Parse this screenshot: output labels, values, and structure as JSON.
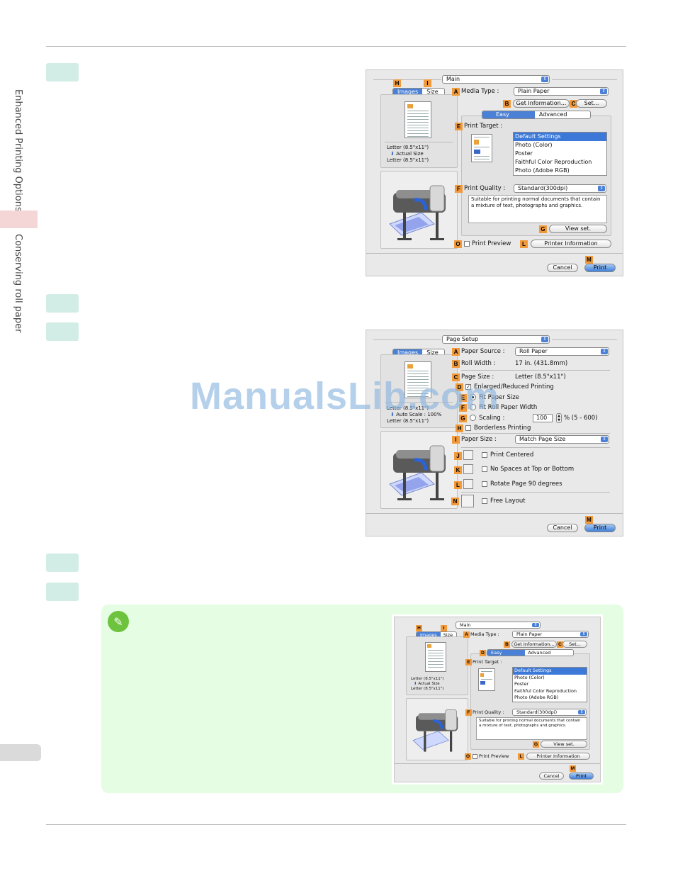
{
  "sidebar": {
    "section_top": "Enhanced Printing Options",
    "section_bottom": "Conserving roll paper"
  },
  "watermark": "ManualsLib.com",
  "dialog_main": {
    "popup": "Main",
    "tab_images": "Images",
    "tab_size": "Size",
    "media_type_label": "Media Type :",
    "media_type_value": "Plain Paper",
    "get_info_button": "Get Information...",
    "set_button": "Set...",
    "tab_easy": "Easy Settings",
    "tab_advanced": "Advanced Settings",
    "print_target_label": "Print Target :",
    "targets": [
      "Default Settings",
      "Photo (Color)",
      "Poster",
      "Faithful Color Reproduction",
      "Photo (Adobe RGB)"
    ],
    "print_quality_label": "Print Quality :",
    "print_quality_value": "Standard(300dpi)",
    "quality_desc_line1": "Suitable for printing normal documents that contain",
    "quality_desc_line2": "a mixture of text, photographs and graphics.",
    "view_set_button": "View set.",
    "print_preview": "Print Preview",
    "printer_info_button": "Printer Information",
    "cancel_button": "Cancel",
    "print_button": "Print",
    "size_line1": "Letter (8.5\"x11\")",
    "size_line2": "Actual Size",
    "size_line3": "Letter (8.5\"x11\")",
    "labels": {
      "A": "A",
      "B": "B",
      "C": "C",
      "D": "D",
      "E": "E",
      "F": "F",
      "G": "G",
      "H": "H",
      "I": "I",
      "L": "L",
      "M": "M",
      "O": "O"
    }
  },
  "dialog_page": {
    "popup": "Page Setup",
    "tab_images": "Images",
    "tab_size": "Size",
    "paper_source_label": "Paper Source :",
    "paper_source_value": "Roll Paper",
    "roll_width_label": "Roll Width :",
    "roll_width_value": "17 in. (431.8mm)",
    "page_size_label": "Page Size :",
    "page_size_value": "Letter (8.5\"x11\")",
    "enlarged": "Enlarged/Reduced Printing",
    "fit_paper": "Fit Paper Size",
    "fit_roll": "Fit Roll Paper Width",
    "scaling_label": "Scaling :",
    "scaling_value": "100",
    "scaling_range": "% (5 - 600)",
    "borderless": "Borderless Printing",
    "paper_size_label": "Paper Size :",
    "paper_size_value": "Match Page Size",
    "print_centered": "Print Centered",
    "no_spaces": "No Spaces at Top or Bottom",
    "rotate": "Rotate Page 90 degrees",
    "free_layout": "Free Layout",
    "cancel_button": "Cancel",
    "print_button": "Print",
    "size_line1": "Letter (8.5\"x11\")",
    "size_line2": "Auto Scale : 100%",
    "size_line3": "Letter (8.5\"x11\")",
    "labels": {
      "A": "A",
      "B": "B",
      "C": "C",
      "D": "D",
      "E": "E",
      "F": "F",
      "G": "G",
      "H": "H",
      "I": "I",
      "J": "J",
      "K": "K",
      "L": "L",
      "M": "M",
      "N": "N"
    }
  }
}
